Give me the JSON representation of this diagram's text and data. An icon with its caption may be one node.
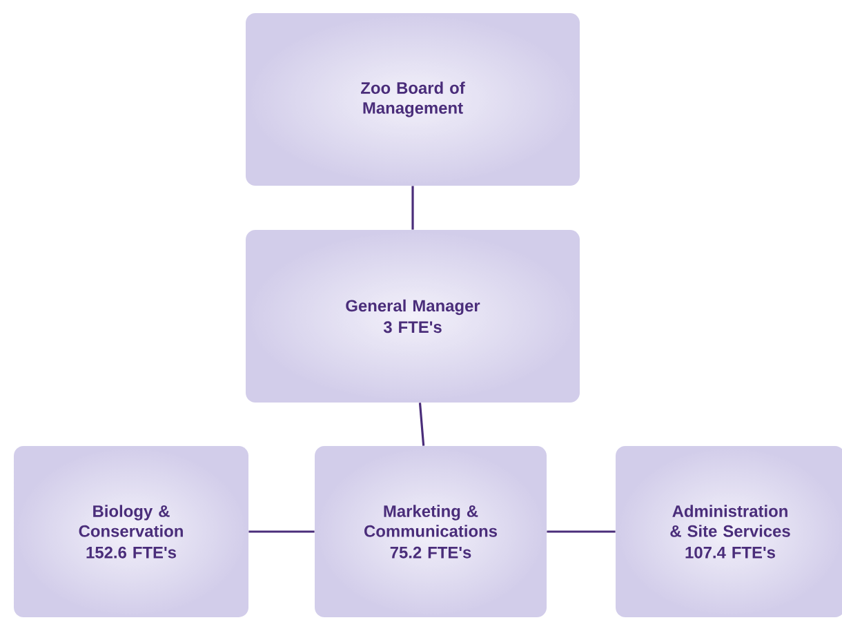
{
  "diagram": {
    "nodes": [
      {
        "text": [
          "Zoo Board of Management"
        ]
      },
      {
        "text": [
          "General Manager",
          "3 FTE's"
        ]
      },
      {
        "text": [
          "Biology & Conservation",
          "152.6 FTE's"
        ]
      },
      {
        "text": [
          "Marketing & Communications",
          "75.2 FTE's"
        ]
      },
      {
        "text": [
          "Administration & Site Services",
          "107.4 FTE's"
        ]
      }
    ],
    "edges": [
      {
        "from": 0,
        "to": 1,
        "arrow": "none"
      },
      {
        "from": 1,
        "to": 3,
        "arrow": "none"
      },
      {
        "from": 2,
        "to": 3,
        "arrow": "none"
      },
      {
        "from": 3,
        "to": 4,
        "arrow": "none"
      }
    ]
  }
}
